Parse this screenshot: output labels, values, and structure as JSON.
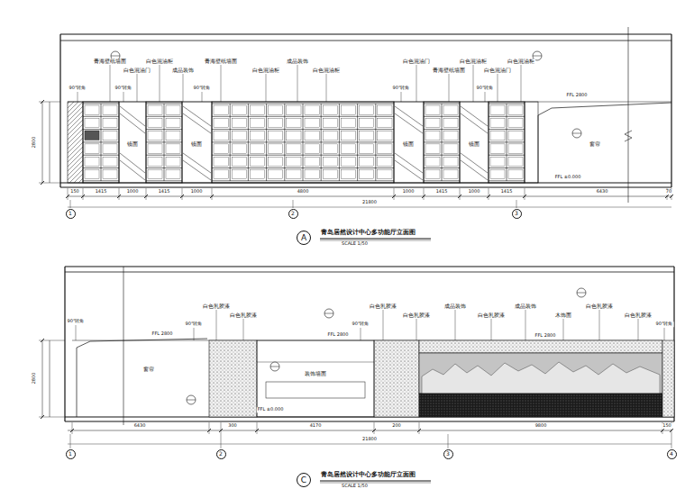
{
  "diagram": {
    "nodes": [
      {
        "text": [
          "A"
        ]
      },
      {
        "text": [
          "C"
        ]
      },
      {
        "text": [
          "1"
        ]
      },
      {
        "text": [
          "2"
        ]
      },
      {
        "text": [
          "3"
        ]
      },
      {
        "text": [
          "1"
        ]
      },
      {
        "text": [
          "2"
        ]
      },
      {
        "text": [
          "3"
        ]
      },
      {
        "text": [
          "4"
        ]
      }
    ],
    "labels": [
      "青海壁纸墙面",
      "白色混油门",
      "白色混油柜",
      "成品装饰",
      "青海壁纸墙面",
      "白色混油柜",
      "成品装饰",
      "白色混油柜",
      "白色混油门",
      "青海壁纸墙面",
      "白色混油柜",
      "白色混油门",
      "白色混油柜",
      "90°转角",
      "90°转角",
      "90°转角",
      "90°转角",
      "90°转角",
      "FFL 2800",
      "窗帘",
      "FFL ±0.000",
      "镜面",
      "镜面",
      "镜面",
      "镜面",
      "150",
      "1415",
      "1000",
      "1415",
      "1000",
      "4800",
      "1000",
      "1415",
      "1000",
      "1415",
      "6430",
      "70",
      "2800",
      "21800",
      "青岛居然设计中心多功能厅立面图",
      "SCALE 1/50",
      "90°转角",
      "白色乳胶漆",
      "白色乳胶漆",
      "90°转角",
      "白色乳胶漆",
      "白色乳胶漆",
      "成品装饰",
      "白色乳胶漆",
      "成品装饰",
      "木饰面",
      "白色乳胶漆",
      "白色乳胶漆",
      "90°转角",
      "90°转角",
      "FFL 2800",
      "FFL 2800",
      "FFL 2800",
      "窗帘",
      "装饰墙面",
      "FFL ±0.000",
      "6430",
      "300",
      "4170",
      "200",
      "9800",
      "150",
      "21800",
      "2800",
      "青岛居然设计中心多功能厅立面图",
      "SCALE 1/50"
    ]
  }
}
